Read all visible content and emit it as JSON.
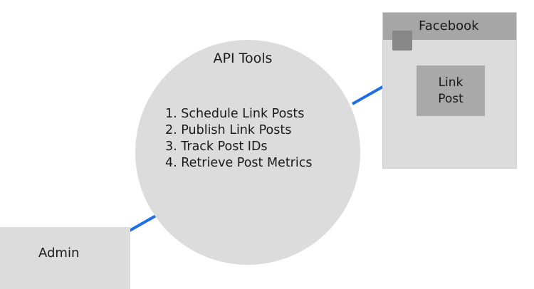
{
  "api_tools": {
    "title": "API Tools",
    "items": [
      "1.  Schedule Link Posts",
      "2. Publish Link Posts",
      "3. Track Post IDs",
      "4. Retrieve Post Metrics"
    ]
  },
  "facebook": {
    "title": "Facebook",
    "link_post": "Link Post"
  },
  "admin": {
    "label": "Admin"
  },
  "colors": {
    "connector": "#1f6fe0",
    "node_fill": "#dcdcdc",
    "header_fill": "#a6a6a6",
    "avatar_fill": "#878787",
    "card_fill": "#a9a9a9"
  }
}
